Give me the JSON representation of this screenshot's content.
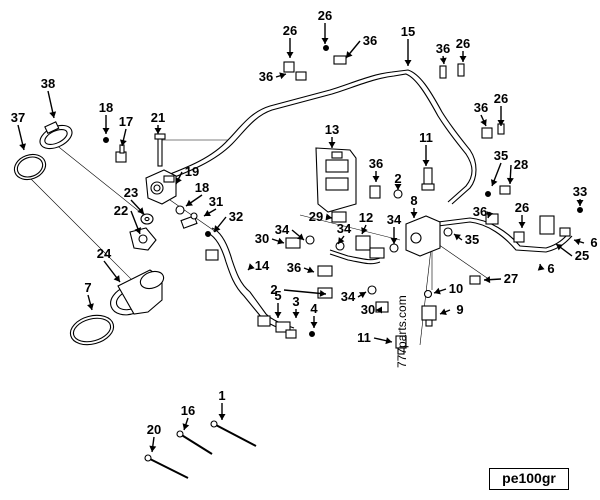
{
  "diagram": {
    "drawing_code": "pe100gr",
    "watermark": "777parts.com",
    "callouts": [
      "1",
      "2",
      "2",
      "3",
      "4",
      "5",
      "6",
      "6",
      "7",
      "8",
      "9",
      "10",
      "11",
      "11",
      "12",
      "13",
      "14",
      "15",
      "16",
      "17",
      "18",
      "18",
      "19",
      "20",
      "21",
      "22",
      "23",
      "24",
      "25",
      "26",
      "26",
      "26",
      "26",
      "26",
      "27",
      "28",
      "29",
      "30",
      "30",
      "31",
      "32",
      "33",
      "34",
      "34",
      "34",
      "34",
      "35",
      "35",
      "36",
      "36",
      "36",
      "36",
      "36",
      "36",
      "36",
      "37",
      "38"
    ]
  }
}
